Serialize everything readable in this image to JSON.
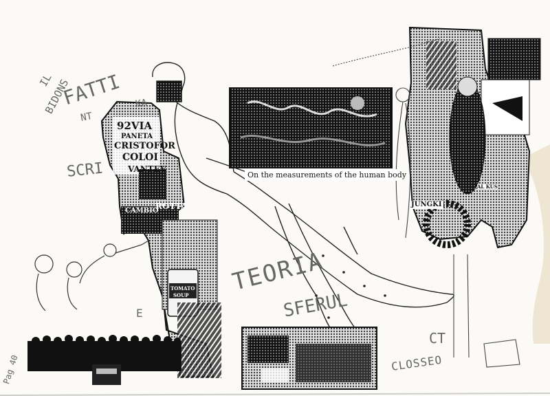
{
  "caption": "On the measurements of the human body",
  "handwriting": {
    "il": "IL",
    "bidone": "BIDONS",
    "fatti": "FATTI",
    "nt": "NT",
    "ka": "KA",
    "scri": "SCRI",
    "teoria": "TEORIA",
    "sferul": "SFERUL",
    "e_mark": "E",
    "ct": "CT",
    "closseo": "CLOSSEO",
    "page_number": "Pag 40"
  },
  "poster_text": {
    "line1": "92VIA",
    "line2": "PANETA",
    "line3": "CRISTOFOR",
    "line4": "COLOI",
    "line5": "VANTEV",
    "cambio": "CAMBIO",
    "rotta": "ROTTA",
    "tomato": "TOMATO",
    "soup": "SOUP",
    "jungki": "JUNGKI",
    "al_kus": "AL KUS"
  }
}
